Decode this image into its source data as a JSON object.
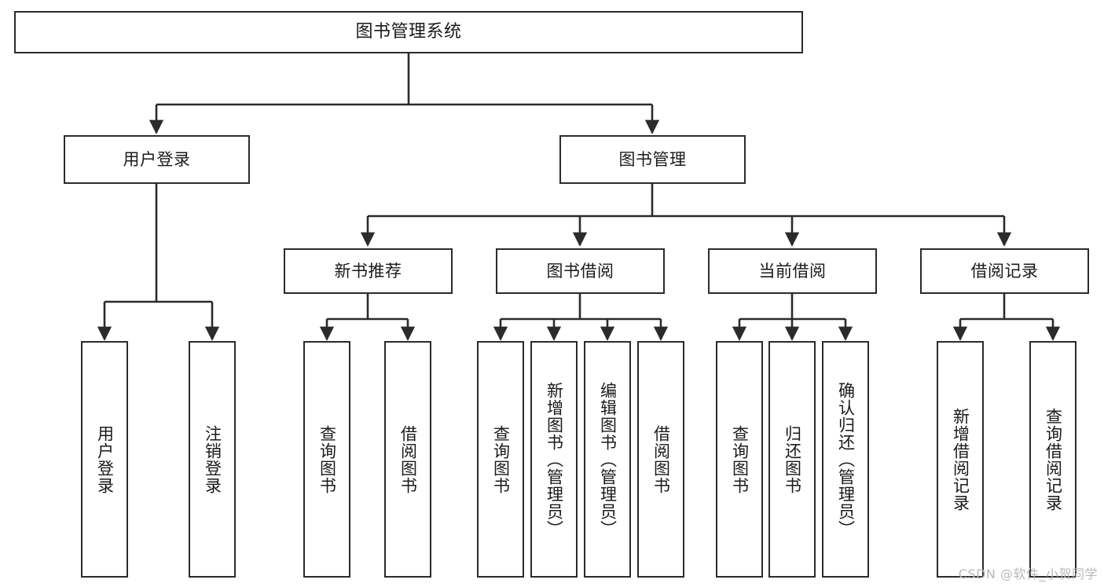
{
  "diagram": {
    "type": "tree",
    "title": "图书管理系统",
    "orientation": "top-down",
    "edge_style": "orthogonal-arrow",
    "colors": {
      "background": "#ffffff",
      "node_fill": "#ffffff",
      "node_stroke": "#2b2b2b",
      "edge_stroke": "#2b2b2b",
      "text": "#1a1a1a",
      "watermark": "#b9b9b9"
    },
    "nodes": {
      "root": {
        "label": "图书管理系统",
        "level": 0,
        "text_orientation": "horizontal"
      },
      "l1": [
        {
          "id": "login",
          "label": "用户登录",
          "level": 1,
          "text_orientation": "horizontal"
        },
        {
          "id": "bookmgmt",
          "label": "图书管理",
          "level": 1,
          "text_orientation": "horizontal"
        }
      ],
      "l2": [
        {
          "id": "newbook",
          "label": "新书推荐",
          "level": 2,
          "text_orientation": "horizontal"
        },
        {
          "id": "borrow",
          "label": "图书借阅",
          "level": 2,
          "text_orientation": "horizontal"
        },
        {
          "id": "current",
          "label": "当前借阅",
          "level": 2,
          "text_orientation": "horizontal"
        },
        {
          "id": "records",
          "label": "借阅记录",
          "level": 2,
          "text_orientation": "horizontal"
        }
      ],
      "leaves": [
        {
          "id": "leaf-user-login",
          "label": "用户登录",
          "parent": "login",
          "text_orientation": "vertical"
        },
        {
          "id": "leaf-user-logout",
          "label": "注销登录",
          "parent": "login",
          "text_orientation": "vertical"
        },
        {
          "id": "leaf-query-book-1",
          "label": "查询图书",
          "parent": "newbook",
          "text_orientation": "vertical"
        },
        {
          "id": "leaf-borrow-book-1",
          "label": "借阅图书",
          "parent": "newbook",
          "text_orientation": "vertical"
        },
        {
          "id": "leaf-query-book-2",
          "label": "查询图书",
          "parent": "borrow",
          "text_orientation": "vertical"
        },
        {
          "id": "leaf-add-book",
          "label": "新增图书（管理员）",
          "parent": "borrow",
          "text_orientation": "vertical"
        },
        {
          "id": "leaf-edit-book",
          "label": "编辑图书（管理员）",
          "parent": "borrow",
          "text_orientation": "vertical"
        },
        {
          "id": "leaf-borrow-book-2",
          "label": "借阅图书",
          "parent": "borrow",
          "text_orientation": "vertical"
        },
        {
          "id": "leaf-query-book-3",
          "label": "查询图书",
          "parent": "current",
          "text_orientation": "vertical"
        },
        {
          "id": "leaf-return-book",
          "label": "归还图书",
          "parent": "current",
          "text_orientation": "vertical"
        },
        {
          "id": "leaf-confirm-return",
          "label": "确认归还（管理员）",
          "parent": "current",
          "text_orientation": "vertical"
        },
        {
          "id": "leaf-add-record",
          "label": "新增借阅记录",
          "parent": "records",
          "text_orientation": "vertical"
        },
        {
          "id": "leaf-query-record",
          "label": "查询借阅记录",
          "parent": "records",
          "text_orientation": "vertical"
        }
      ]
    },
    "edges": [
      {
        "from": "root",
        "to": "login"
      },
      {
        "from": "root",
        "to": "bookmgmt"
      },
      {
        "from": "bookmgmt",
        "to": "newbook"
      },
      {
        "from": "bookmgmt",
        "to": "borrow"
      },
      {
        "from": "bookmgmt",
        "to": "current"
      },
      {
        "from": "bookmgmt",
        "to": "records"
      },
      {
        "from": "login",
        "to": "leaf-user-login"
      },
      {
        "from": "login",
        "to": "leaf-user-logout"
      },
      {
        "from": "newbook",
        "to": "leaf-query-book-1"
      },
      {
        "from": "newbook",
        "to": "leaf-borrow-book-1"
      },
      {
        "from": "borrow",
        "to": "leaf-query-book-2"
      },
      {
        "from": "borrow",
        "to": "leaf-add-book"
      },
      {
        "from": "borrow",
        "to": "leaf-edit-book"
      },
      {
        "from": "borrow",
        "to": "leaf-borrow-book-2"
      },
      {
        "from": "current",
        "to": "leaf-query-book-3"
      },
      {
        "from": "current",
        "to": "leaf-return-book"
      },
      {
        "from": "current",
        "to": "leaf-confirm-return"
      },
      {
        "from": "records",
        "to": "leaf-add-record"
      },
      {
        "from": "records",
        "to": "leaf-query-record"
      }
    ]
  },
  "watermark": {
    "text": "CSDN @软件_小贺同学"
  }
}
